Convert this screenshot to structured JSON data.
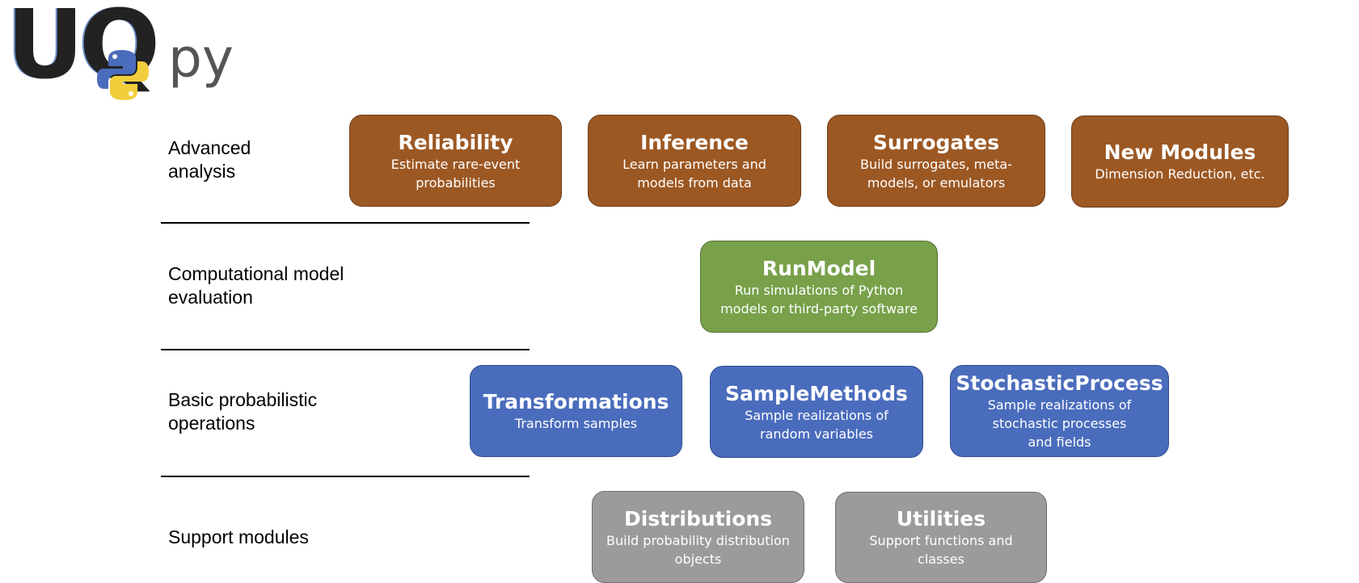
{
  "logo": {
    "uq_text": "UQ",
    "py_text": "py"
  },
  "rows": [
    {
      "label": "Advanced\nanalysis"
    },
    {
      "label": "Computational model\nevaluation"
    },
    {
      "label": "Basic probabilistic\noperations"
    },
    {
      "label": "Support modules"
    }
  ],
  "modules": {
    "reliability": {
      "title": "Reliability",
      "desc": "Estimate rare-event probabilities"
    },
    "inference": {
      "title": "Inference",
      "desc": "Learn parameters and models from data"
    },
    "surrogates": {
      "title": "Surrogates",
      "desc": "Build surrogates, meta-models, or emulators"
    },
    "new_modules": {
      "title": "New Modules",
      "desc": "Dimension Reduction, etc."
    },
    "runmodel": {
      "title": "RunModel",
      "desc": "Run simulations of Python models or third-party software"
    },
    "transformations": {
      "title": "Transformations",
      "desc": "Transform samples"
    },
    "samplemethods": {
      "title": "SampleMethods",
      "desc": "Sample realizations of random variables"
    },
    "stochasticprocess": {
      "title": "StochasticProcess",
      "desc": "Sample realizations of stochastic processes and fields"
    },
    "distributions": {
      "title": "Distributions",
      "desc": "Build probability distribution objects"
    },
    "utilities": {
      "title": "Utilities",
      "desc": "Support functions and classes"
    }
  },
  "colors": {
    "advanced": "#9c5823",
    "computational": "#78a14a",
    "basic": "#4a6cbc",
    "support": "#9b9b9b"
  }
}
